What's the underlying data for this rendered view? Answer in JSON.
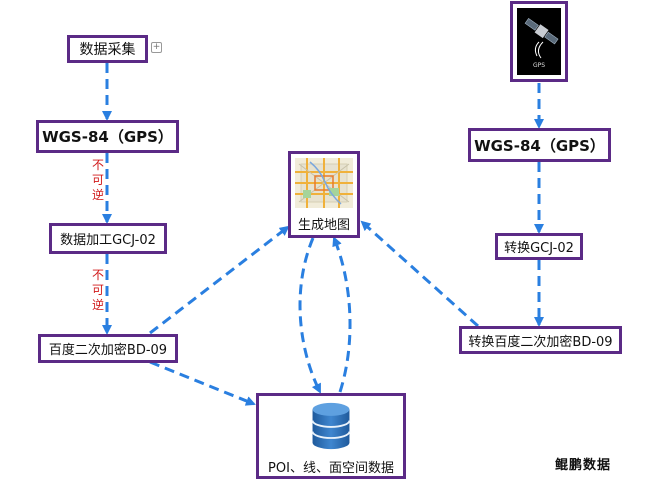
{
  "nodes": {
    "data_collection": "数据采集",
    "wgs_left": "WGS-84（GPS）",
    "gcj_left": "数据加工GCJ-02",
    "bd_left": "百度二次加密BD-09",
    "map": "生成地图",
    "poi": "POI、线、面空间数据",
    "gps_device": "GPS",
    "wgs_right": "WGS-84（GPS）",
    "gcj_right": "转换GCJ-02",
    "bd_right": "转换百度二次加密BD-09"
  },
  "edge_labels": {
    "irreversible_1": [
      "不",
      "可",
      "逆"
    ],
    "irreversible_2": [
      "不",
      "可",
      "逆"
    ]
  },
  "watermark": "鲲鹏数据",
  "colors": {
    "node_border": "#5b2a86",
    "edge": "#2a7fe0",
    "warning_text": "#d11a1a"
  },
  "icons": [
    "expand-plus-icon",
    "gps-satellite-icon",
    "city-map-icon",
    "database-icon"
  ]
}
